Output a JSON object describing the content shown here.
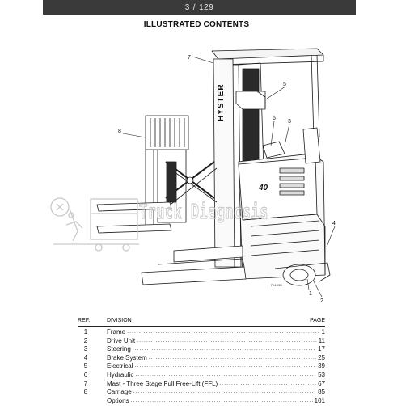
{
  "viewer": {
    "current_page": "3",
    "separator": "/",
    "total_pages": "129"
  },
  "document": {
    "title": "ILLUSTRATED CONTENTS",
    "illustration": {
      "brand_text": "HYSTER",
      "model_badge": "40",
      "figure_code": "FL1035",
      "callouts": [
        "1",
        "2",
        "3",
        "4",
        "5",
        "6",
        "7",
        "8"
      ]
    },
    "watermark": {
      "text": "Truck Diagnosis"
    },
    "toc": {
      "headers": {
        "ref": "REF.",
        "division": "DIVISION",
        "page": "PAGE"
      },
      "rows": [
        {
          "ref": "1",
          "division": "Frame",
          "page": "1"
        },
        {
          "ref": "2",
          "division": "Drive Unit",
          "page": "11"
        },
        {
          "ref": "3",
          "division": "Steering",
          "page": "17"
        },
        {
          "ref": "4",
          "division": "Brake System",
          "page": "25"
        },
        {
          "ref": "5",
          "division": "Electrical",
          "page": "39"
        },
        {
          "ref": "6",
          "division": "Hydraulic",
          "page": "53"
        },
        {
          "ref": "7",
          "division": "Mast - Three Stage Full Free-Lift (FFL)",
          "page": "67"
        },
        {
          "ref": "8",
          "division": "Carriage",
          "page": "85"
        },
        {
          "ref": "",
          "division": "Options",
          "page": "101"
        }
      ]
    }
  }
}
